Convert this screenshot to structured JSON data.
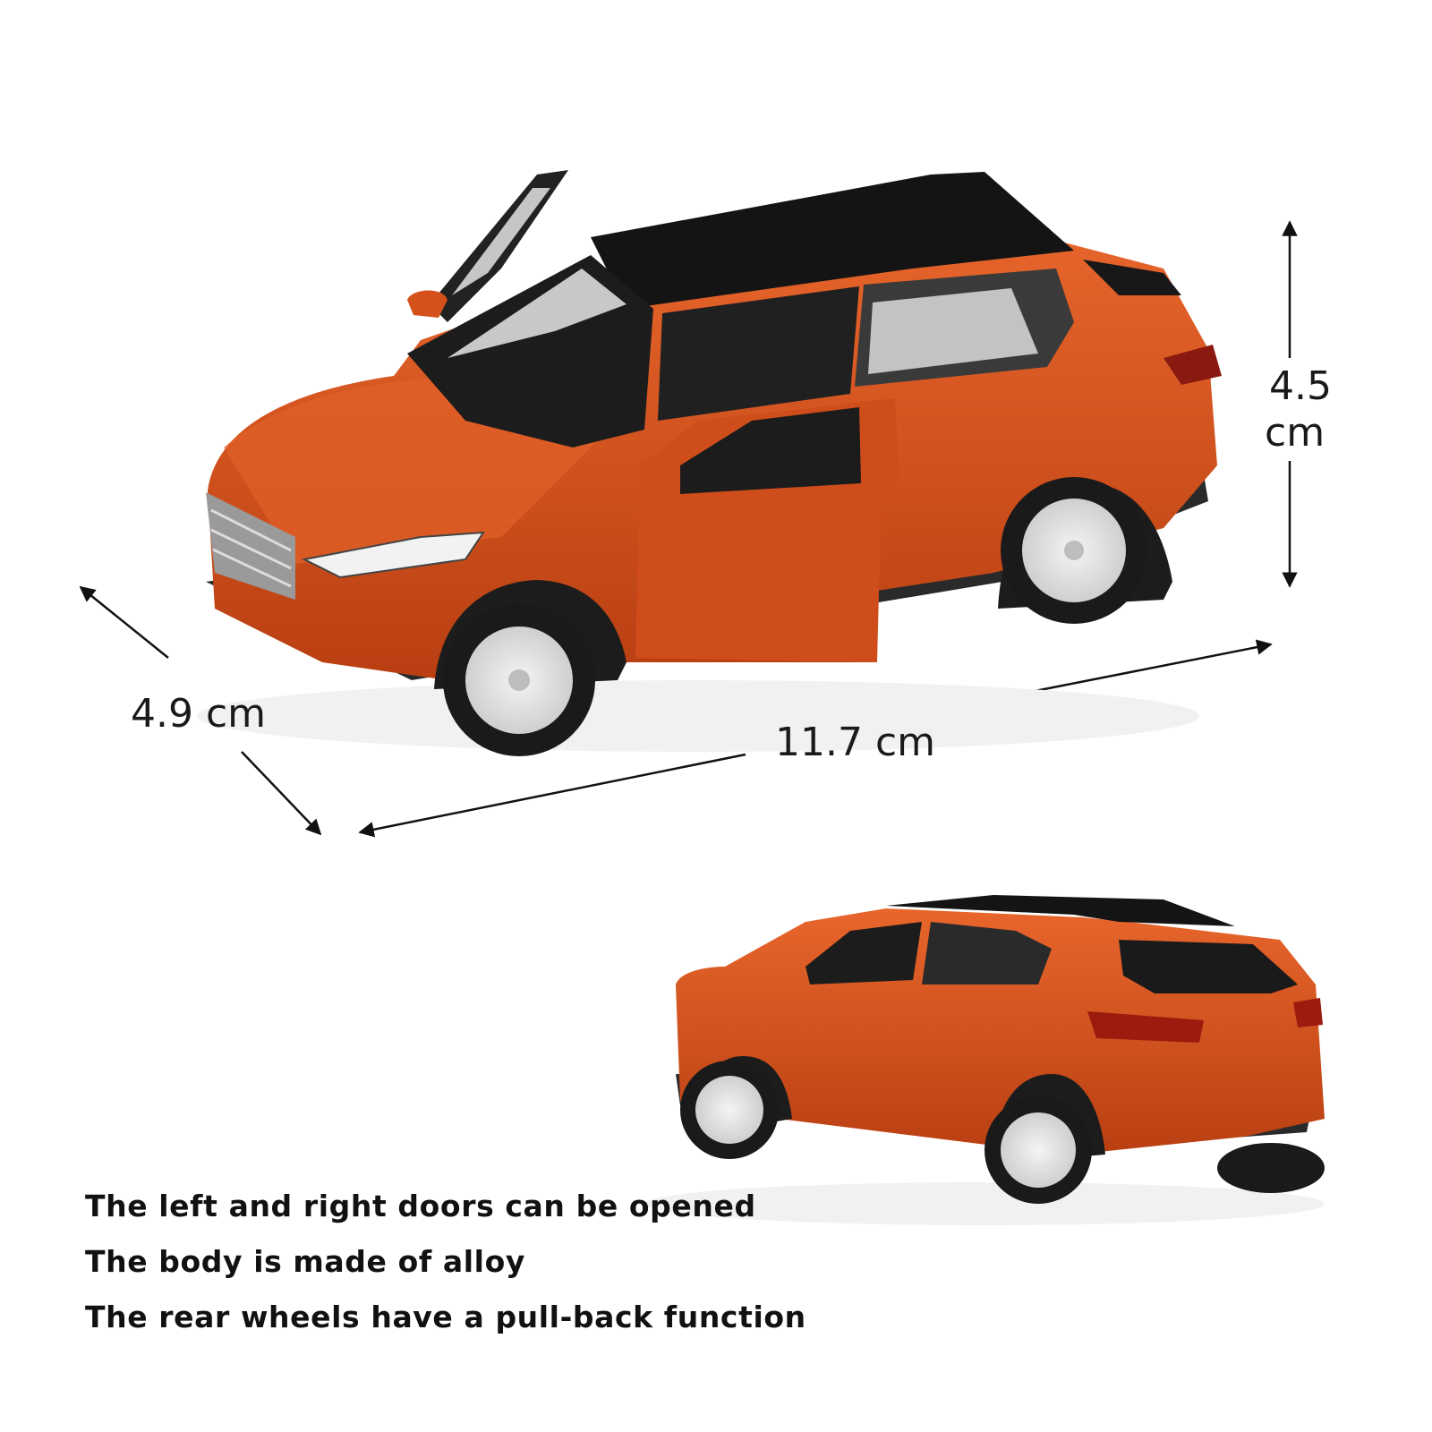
{
  "dimensions": {
    "length_label": "11.7 cm",
    "width_label": "4.9 cm",
    "height_value": "4.5",
    "height_unit": "cm"
  },
  "features": [
    "The left and right doors can be opened",
    "The body is made of alloy",
    "The rear wheels have a pull-back function"
  ],
  "colors": {
    "body": "#d4511c",
    "roof": "#141414",
    "trim": "#2a2a2a",
    "wheel": "#e6e6e6",
    "text": "#111111"
  }
}
